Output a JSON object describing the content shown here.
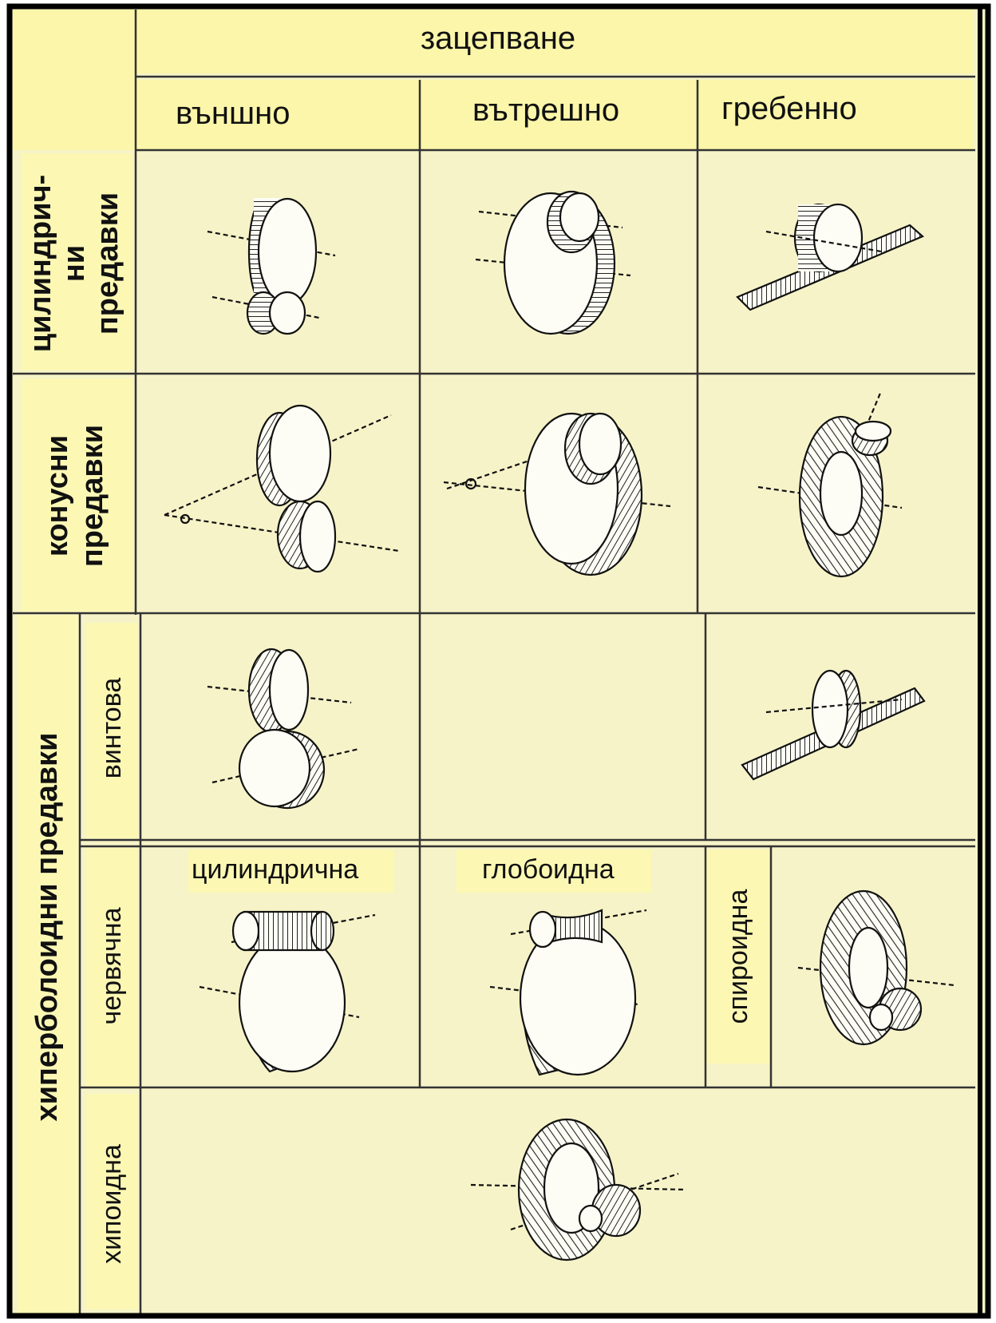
{
  "header": {
    "main": "зацепване",
    "columns": [
      "външно",
      "вътрешно",
      "гребенно"
    ]
  },
  "rows": {
    "cylindrical": [
      "цилиндрич-",
      "ни",
      "предавки"
    ],
    "conical": [
      "конусни",
      "предавки"
    ],
    "hyperboloid": "хиперболоидни предавки",
    "screw": "винтова",
    "worm": "червячна",
    "hypoid": "хипоидна"
  },
  "cell_labels": {
    "worm_cylindrical": "цилиндрична",
    "worm_globoid": "глобоидна",
    "worm_spiroid": "спироидна"
  },
  "colors": {
    "paper": "#f6f3c8",
    "header_fill": "#fbf6a9",
    "label_fill": "#fcf8b4",
    "grid_line": "#333333",
    "frame": "#000000"
  }
}
